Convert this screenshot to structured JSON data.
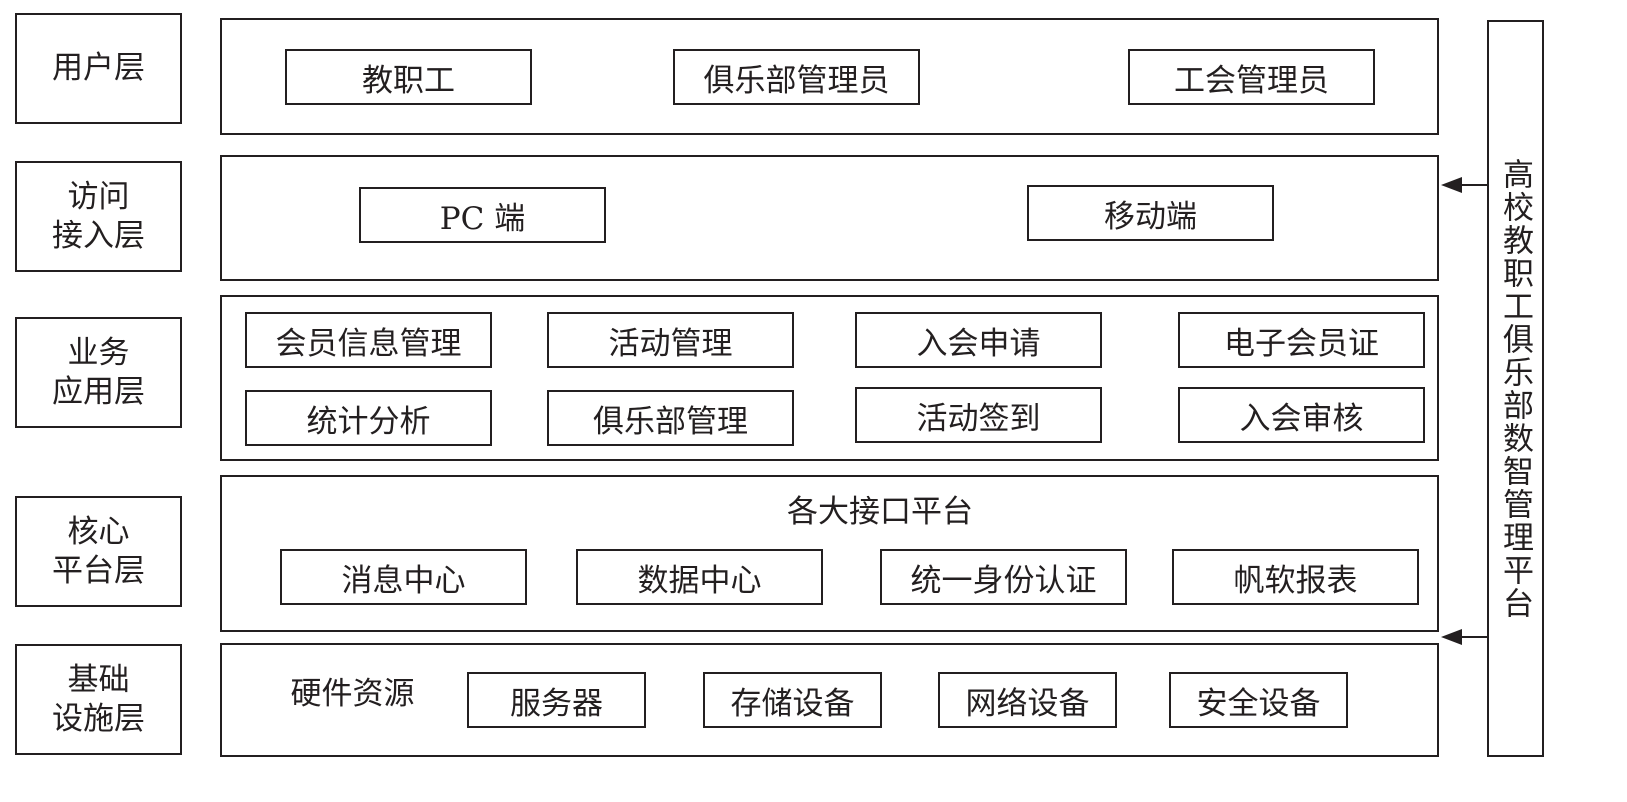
{
  "layers": {
    "user": {
      "label_line1": "用户层",
      "label_line2": ""
    },
    "access": {
      "label_line1": "访问",
      "label_line2": "接入层"
    },
    "business": {
      "label_line1": "业务",
      "label_line2": "应用层"
    },
    "core": {
      "label_line1": "核心",
      "label_line2": "平台层"
    },
    "infra": {
      "label_line1": "基础",
      "label_line2": "设施层"
    }
  },
  "user_layer": {
    "items": [
      "教职工",
      "俱乐部管理员",
      "工会管理员"
    ]
  },
  "access_layer": {
    "items": [
      "PC 端",
      "移动端"
    ]
  },
  "business_layer": {
    "row1": [
      "会员信息管理",
      "活动管理",
      "入会申请",
      "电子会员证"
    ],
    "row2": [
      "统计分析",
      "俱乐部管理",
      "活动签到",
      "入会审核"
    ]
  },
  "core_layer": {
    "title": "各大接口平台",
    "items": [
      "消息中心",
      "数据中心",
      "统一身份认证",
      "帆软报表"
    ]
  },
  "infra_layer": {
    "title": "硬件资源",
    "items": [
      "服务器",
      "存储设备",
      "网络设备",
      "安全设备"
    ]
  },
  "platform": {
    "label": "高校教职工俱乐部数智管理平台"
  }
}
